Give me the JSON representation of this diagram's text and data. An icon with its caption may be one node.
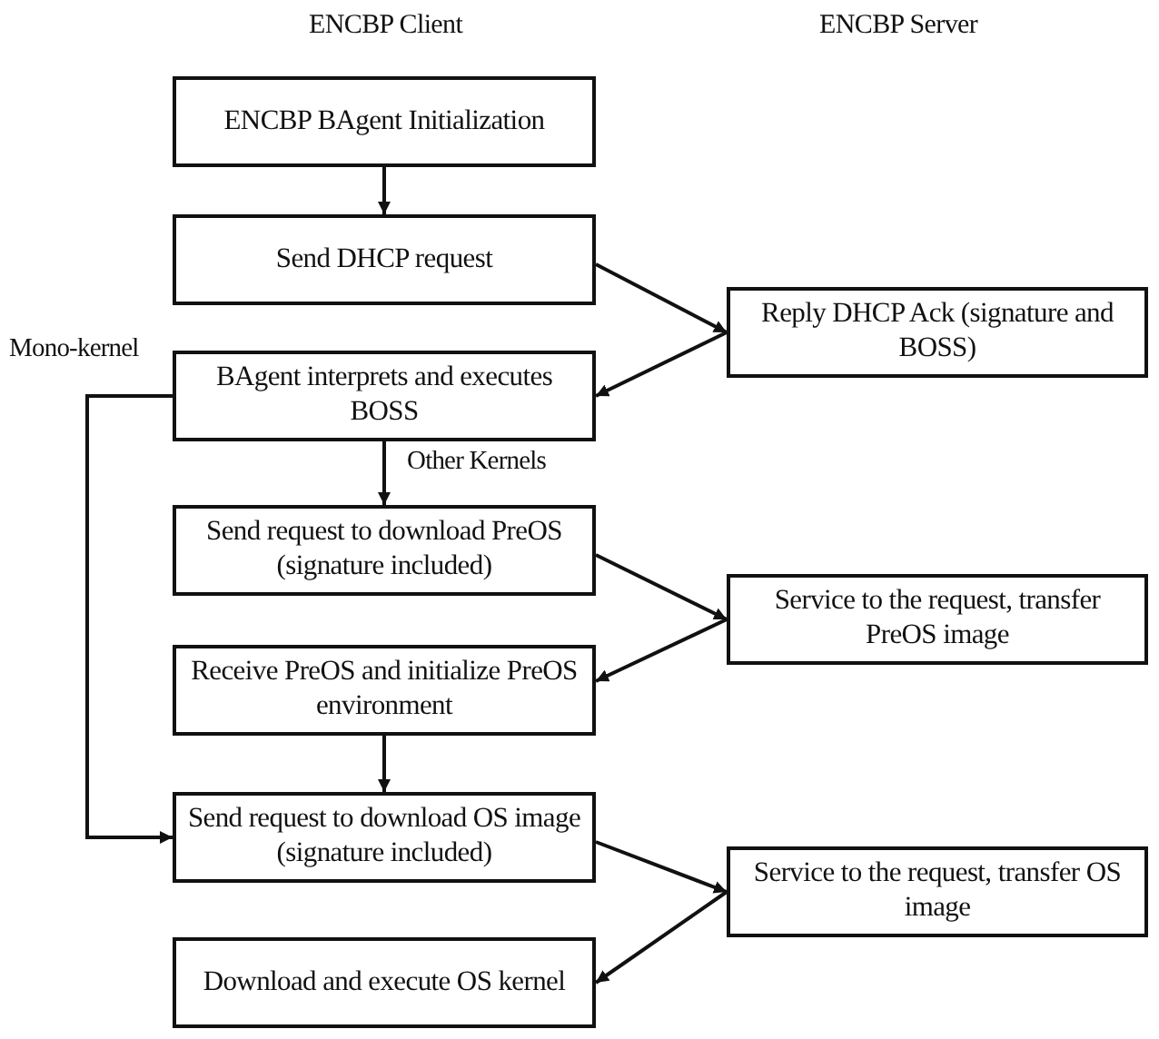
{
  "diagram": {
    "nodes": [
      {
        "text": [
          "ENCBP BAgent Initialization"
        ]
      },
      {
        "text": [
          "Send DHCP request"
        ]
      },
      {
        "text": [
          "Reply DHCP Ack (signature and BOSS)"
        ]
      },
      {
        "text": [
          "BAgent interprets and executes BOSS"
        ]
      },
      {
        "text": [
          "Send request to download PreOS (signature included)"
        ]
      },
      {
        "text": [
          "Service to the request, transfer PreOS image"
        ]
      },
      {
        "text": [
          "Receive PreOS and initialize PreOS environment"
        ]
      },
      {
        "text": [
          "Send request to download OS image (signature included)"
        ]
      },
      {
        "text": [
          "Service to the request, transfer OS image"
        ]
      },
      {
        "text": [
          "Download and execute OS kernel"
        ]
      }
    ],
    "edges": [
      {
        "from": 0,
        "to": 1,
        "arrow": "to"
      },
      {
        "from": 1,
        "to": 2,
        "arrow": "to"
      },
      {
        "from": 2,
        "to": 3,
        "arrow": "to"
      },
      {
        "from": 3,
        "to": 4,
        "arrow": "to",
        "label": "Other Kernels"
      },
      {
        "from": 4,
        "to": 5,
        "arrow": "to"
      },
      {
        "from": 5,
        "to": 6,
        "arrow": "to"
      },
      {
        "from": 6,
        "to": 7,
        "arrow": "to"
      },
      {
        "from": 3,
        "to": 7,
        "arrow": "to",
        "label": "Mono-kernel"
      },
      {
        "from": 7,
        "to": 8,
        "arrow": "to"
      },
      {
        "from": 8,
        "to": 9,
        "arrow": "to"
      }
    ],
    "labels": [
      "ENCBP Client",
      "ENCBP Server"
    ]
  }
}
